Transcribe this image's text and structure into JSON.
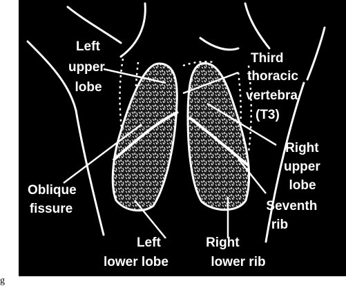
{
  "stray_text": "g",
  "labels": {
    "left_upper_lobe": [
      "Left",
      "upper",
      "lobe"
    ],
    "third_thoracic_vertebra": [
      "Third",
      "thoracic",
      "vertebra",
      "(T3)"
    ],
    "right_upper_lobe": [
      "Right",
      "upper",
      "lobe"
    ],
    "oblique_fissure": [
      "Oblique",
      "fissure"
    ],
    "seventh_rib": [
      "Seventh",
      "rib"
    ],
    "left_lower_lobe": [
      "Left",
      "lower lobe"
    ],
    "right_lower_rib": [
      "Right",
      "lower rib"
    ]
  },
  "colors": {
    "background": "#000000",
    "ink": "#ffffff",
    "page": "#ffffff"
  }
}
